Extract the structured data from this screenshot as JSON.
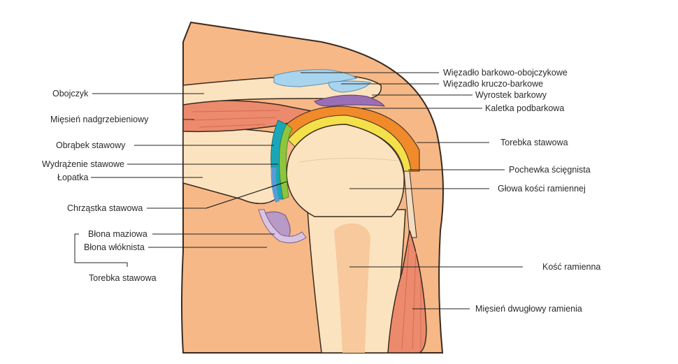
{
  "labels": {
    "obojczyk": "Obojczyk",
    "miesien_nadgrzebieniowy": "Mięsień nadgrzebieniowy",
    "obrabek_stawowy": "Obrąbek stawowy",
    "wydrazenie_stawowe": "Wydrążenie stawowe",
    "lopatka": "Łopatka",
    "chrzastka_stawowa": "Chrząstka stawowa",
    "blona_maziowa": "Błona maziowa",
    "blona_wloknista": "Błona włóknista",
    "torebka_stawowa_left": "Torebka stawowa",
    "wiezadlo_barkowo_obojczykowe": "Więzadło barkowo-obojczykowe",
    "wiezadlo_kruczo_barkowe": "Więzadło kruczo-barkowe",
    "wyrostek_barkowy": "Wyrostek barkowy",
    "kaletka_podbarkowa": "Kaletka podbarkowa",
    "torebka_stawowa_right": "Torebka stawowa",
    "pochewka_sciegnista": "Pochewka ścięgnista",
    "glowa_kosci_ramiennej": "Głowa kości ramiennej",
    "kosc_ramienna": "Kość ramienna",
    "miesien_dwuglowy_ramienia": "Mięsień dwugłowy ramienia"
  },
  "colors": {
    "skin": "#f6b886",
    "bone": "#fbe3bf",
    "marrow": "#f7c99c",
    "muscle": "#ec8a6d",
    "ligament": "#a8d4ee",
    "bursa": "#9b6fb6",
    "capsule_orange": "#f08a2a",
    "sheath_yellow": "#f4e04a",
    "cartilage_green": "#8cc63e",
    "labrum_teal": "#19a7b8",
    "membrane_purple": "#b79ac6"
  }
}
